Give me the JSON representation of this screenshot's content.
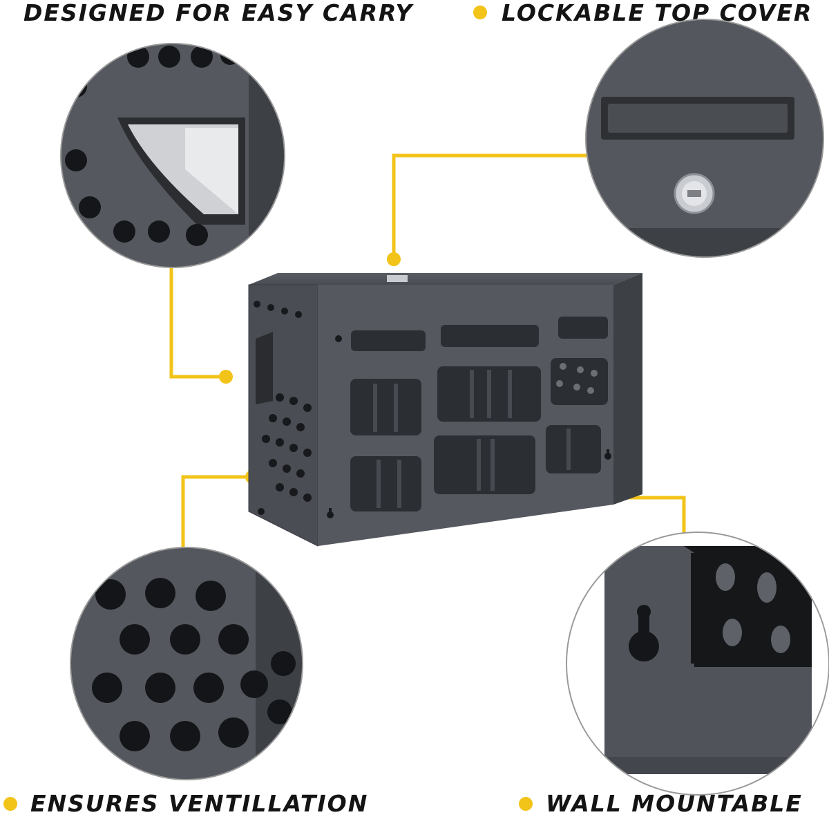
{
  "features": {
    "top_left": "DESIGNED FOR EASY CARRY",
    "top_right": "LOCKABLE TOP COVER",
    "bottom_left": "ENSURES VENTILLATION",
    "bottom_right": "WALL MOUNTABLE"
  },
  "colors": {
    "accent": "#f2c318",
    "metal": "#4b4e54",
    "metal_dark": "#3a3d42",
    "hole": "#141619",
    "text": "#141414"
  },
  "icons": [
    "bullet-dot"
  ]
}
